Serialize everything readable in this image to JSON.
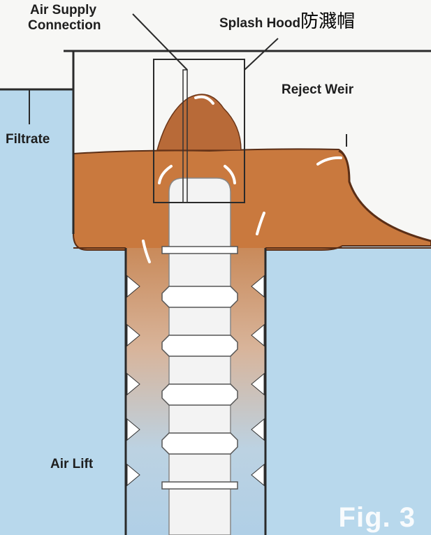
{
  "labels": {
    "air_supply_line1": "Air Supply",
    "air_supply_line2": "Connection",
    "splash_hood": "Splash Hood",
    "splash_hood_cn": "防濺帽",
    "reject_weir": "Reject Weir",
    "filtrate": "Filtrate",
    "air_lift": "Air Lift",
    "figure": "Fig. 3"
  },
  "colors": {
    "water": "#b8d8ec",
    "sludge": "#c9793e",
    "line": "#2a2a2a"
  }
}
